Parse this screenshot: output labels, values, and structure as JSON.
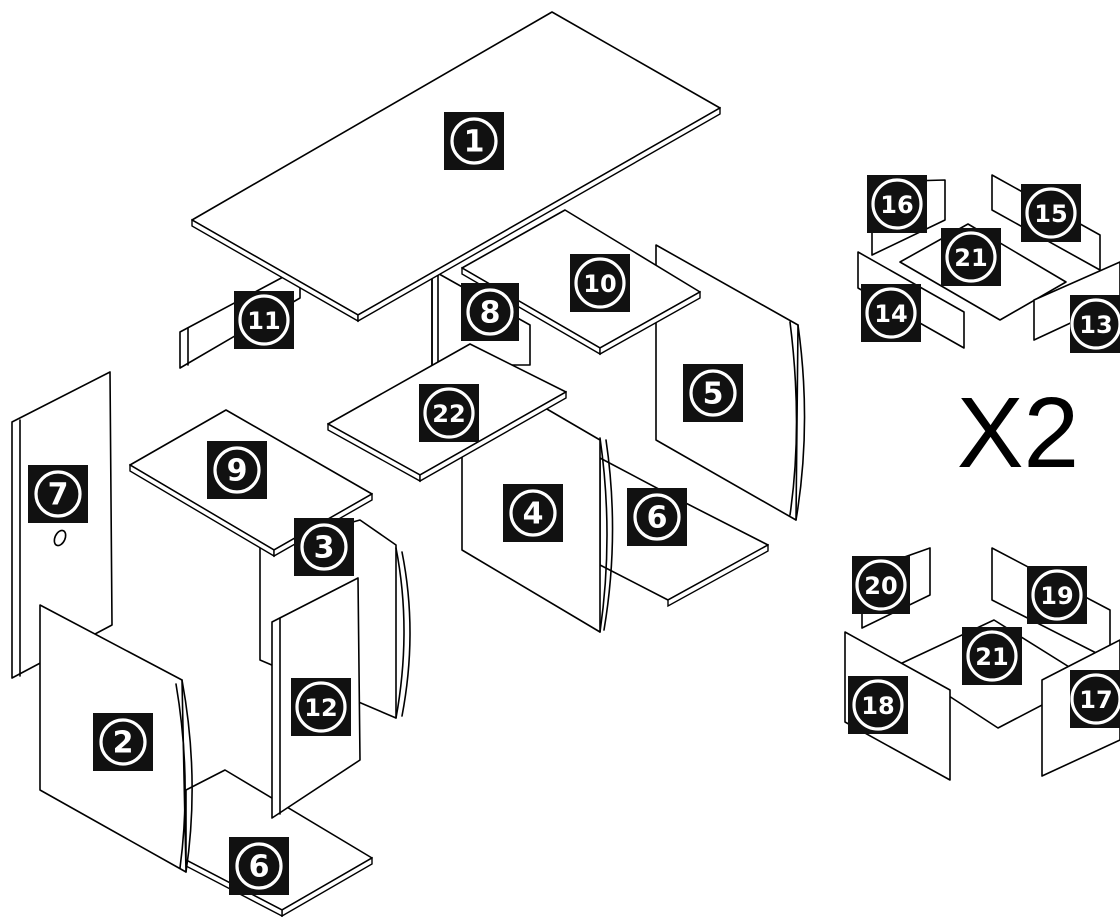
{
  "parts": [
    {
      "id": "p1",
      "label": "1"
    },
    {
      "id": "p2",
      "label": "2"
    },
    {
      "id": "p3",
      "label": "3"
    },
    {
      "id": "p4",
      "label": "4"
    },
    {
      "id": "p5",
      "label": "5"
    },
    {
      "id": "p6a",
      "label": "6"
    },
    {
      "id": "p6b",
      "label": "6"
    },
    {
      "id": "p7",
      "label": "7"
    },
    {
      "id": "p8",
      "label": "8"
    },
    {
      "id": "p9",
      "label": "9"
    },
    {
      "id": "p10",
      "label": "10"
    },
    {
      "id": "p11",
      "label": "11"
    },
    {
      "id": "p12",
      "label": "12"
    },
    {
      "id": "p13",
      "label": "13"
    },
    {
      "id": "p14",
      "label": "14"
    },
    {
      "id": "p15",
      "label": "15"
    },
    {
      "id": "p16",
      "label": "16"
    },
    {
      "id": "p17",
      "label": "17"
    },
    {
      "id": "p18",
      "label": "18"
    },
    {
      "id": "p19",
      "label": "19"
    },
    {
      "id": "p20",
      "label": "20"
    },
    {
      "id": "p21a",
      "label": "21"
    },
    {
      "id": "p21b",
      "label": "21"
    },
    {
      "id": "p22",
      "label": "22"
    }
  ],
  "multiplier": "X2"
}
